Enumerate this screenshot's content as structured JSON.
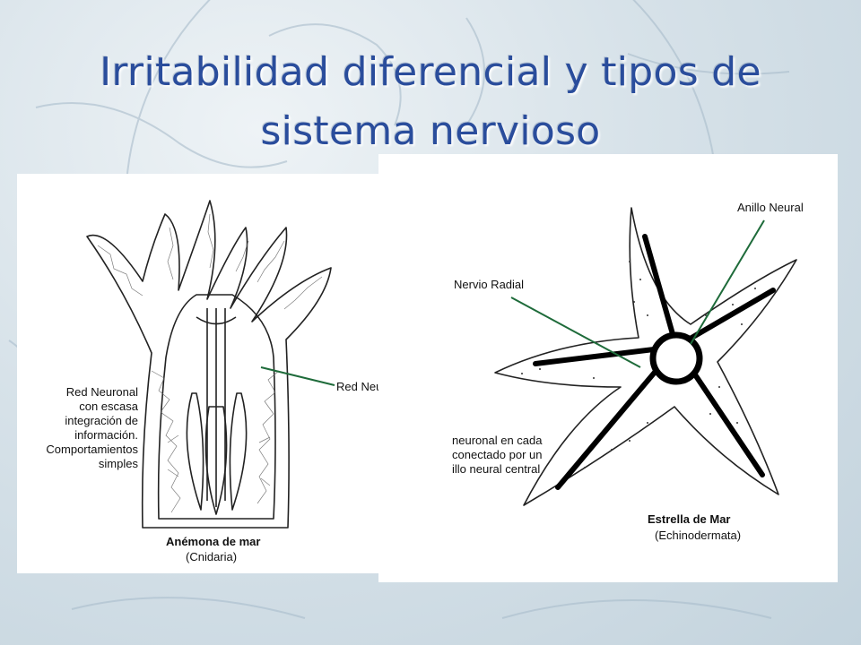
{
  "slide": {
    "title_line1": "Irritabilidad diferencial y tipos de",
    "title_line2": "sistema nervioso",
    "title_color": "#2a4d9c"
  },
  "anemone": {
    "pointer_label": "Red Neuronal",
    "description": [
      "Red Neuronal",
      "con escasa",
      "integración de",
      "información.",
      "Comportamientos",
      "simples"
    ],
    "name": "Anémona de mar",
    "taxon": "(Cnidaria)"
  },
  "starfish": {
    "label_ring": "Anillo Neural",
    "label_radial": "Nervio Radial",
    "description": [
      "neuronal en cada",
      "conectado por un",
      "illo neural central"
    ],
    "name": "Estrella de Mar",
    "taxon": "(Echinodermata)",
    "pointer_color": "#1e6b3a"
  }
}
